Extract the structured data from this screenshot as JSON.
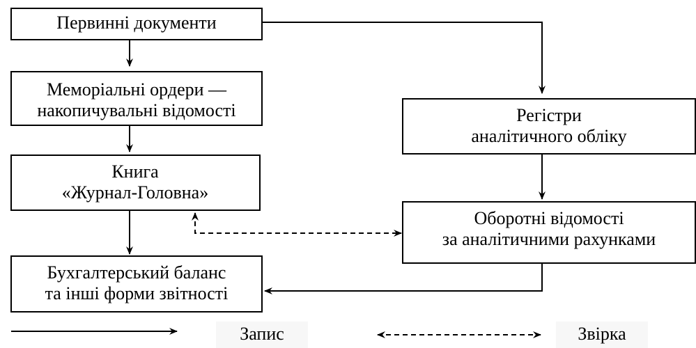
{
  "boxes": {
    "primary_docs": [
      "Первинні документи"
    ],
    "memorial_orders": [
      "Меморіальні ордери —",
      "накопичувальні відомості"
    ],
    "journal_book": [
      "Книга",
      "«Журнал-Головна»"
    ],
    "balance": [
      "Бухгалтерський баланс",
      "та інші форми звітності"
    ],
    "analytic_registers": [
      "Регістри",
      "аналітичного обліку"
    ],
    "turnover_sheets": [
      "Оборотні відомості",
      "за аналітичними рахунками"
    ]
  },
  "legend": {
    "record": "Запис",
    "check": "Звірка"
  }
}
